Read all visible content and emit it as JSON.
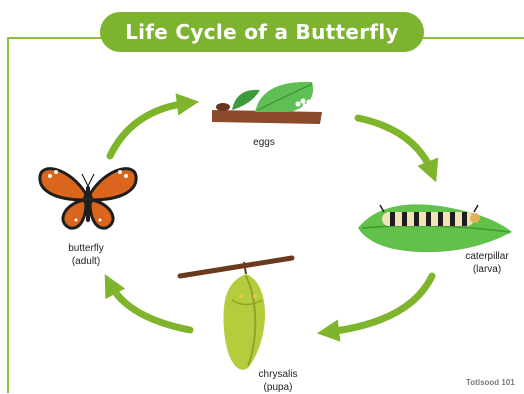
{
  "title": "Life Cycle of a Butterfly",
  "stages": {
    "eggs": {
      "line1": "eggs"
    },
    "caterpillar": {
      "line1": "caterpillar",
      "line2": "(larva)"
    },
    "chrysalis": {
      "line1": "chrysalis",
      "line2": "(pupa)"
    },
    "butterfly": {
      "line1": "butterfly",
      "line2": "(adult)"
    }
  },
  "watermark": "Totlsood 101",
  "colors": {
    "title_bg": "#7db32f",
    "frame_line": "#8cbf3f",
    "arrow": "#7fb52c",
    "leaf": "#6cc04a",
    "branch": "#8a4a2b",
    "wing": "#d9661c"
  }
}
